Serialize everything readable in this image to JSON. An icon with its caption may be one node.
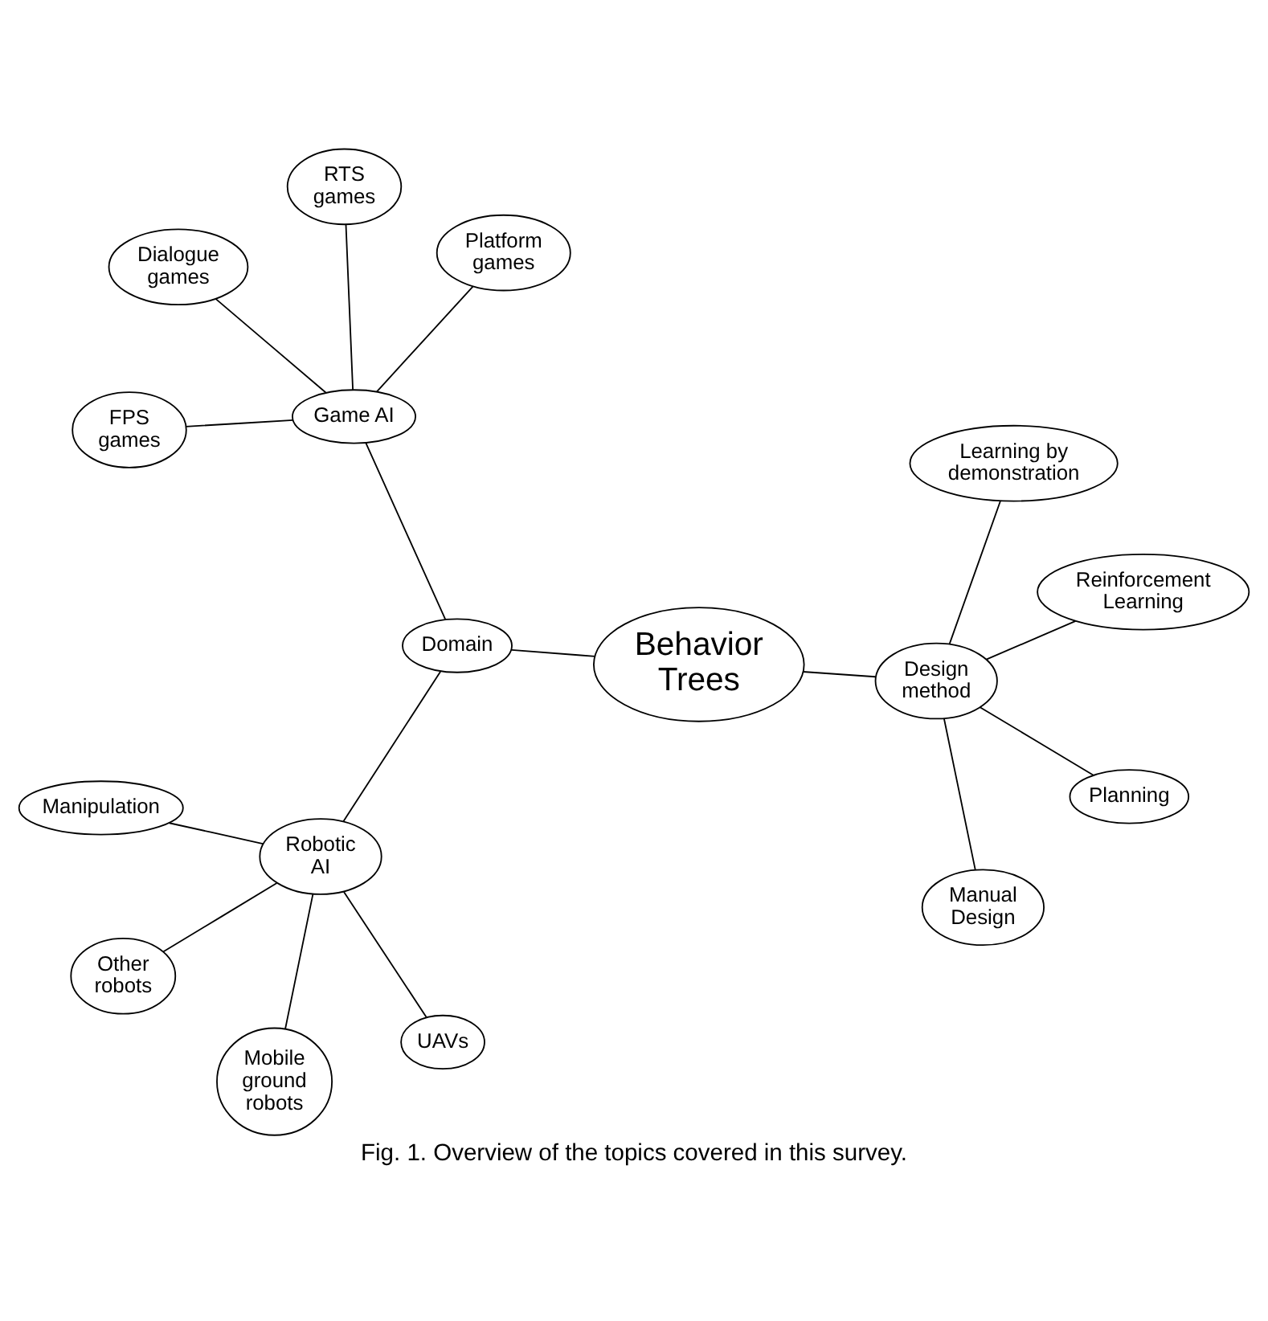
{
  "diagram": {
    "caption": "Fig. 1. Overview of the topics covered in this survey.",
    "nodes": [
      {
        "text": [
          "Dialogue games"
        ]
      },
      {
        "text": [
          "Platform games"
        ]
      },
      {
        "text": [
          "FPS games"
        ]
      },
      {
        "text": [
          "Game AI"
        ]
      },
      {
        "text": [
          "RTS games"
        ]
      },
      {
        "text": [
          "Manipulation"
        ]
      },
      {
        "text": [
          "Mobile ground robots"
        ]
      },
      {
        "text": [
          "Domain"
        ]
      },
      {
        "text": [
          "Robotic AI"
        ]
      },
      {
        "text": [
          "UAVs"
        ]
      },
      {
        "text": [
          "Behavior Trees"
        ]
      },
      {
        "text": [
          "Other robots"
        ]
      },
      {
        "text": [
          "Reinforcement Learning"
        ]
      },
      {
        "text": [
          "Design method"
        ]
      },
      {
        "text": [
          "Learning by demonstration"
        ]
      },
      {
        "text": [
          "Manual Design"
        ]
      },
      {
        "text": [
          "Planning"
        ]
      }
    ],
    "edges": [
      {
        "from": 3,
        "to": 0,
        "arrow": "none"
      },
      {
        "from": 3,
        "to": 1,
        "arrow": "none"
      },
      {
        "from": 3,
        "to": 2,
        "arrow": "none"
      },
      {
        "from": 3,
        "to": 4,
        "arrow": "none"
      },
      {
        "from": 7,
        "to": 3,
        "arrow": "none"
      },
      {
        "from": 8,
        "to": 5,
        "arrow": "none"
      },
      {
        "from": 8,
        "to": 6,
        "arrow": "none"
      },
      {
        "from": 8,
        "to": 9,
        "arrow": "none"
      },
      {
        "from": 8,
        "to": 11,
        "arrow": "none"
      },
      {
        "from": 7,
        "to": 8,
        "arrow": "none"
      },
      {
        "from": 10,
        "to": 7,
        "arrow": "none"
      },
      {
        "from": 10,
        "to": 13,
        "arrow": "none"
      },
      {
        "from": 13,
        "to": 12,
        "arrow": "none"
      },
      {
        "from": 13,
        "to": 14,
        "arrow": "none"
      },
      {
        "from": 13,
        "to": 15,
        "arrow": "none"
      },
      {
        "from": 13,
        "to": 16,
        "arrow": "none"
      }
    ]
  }
}
